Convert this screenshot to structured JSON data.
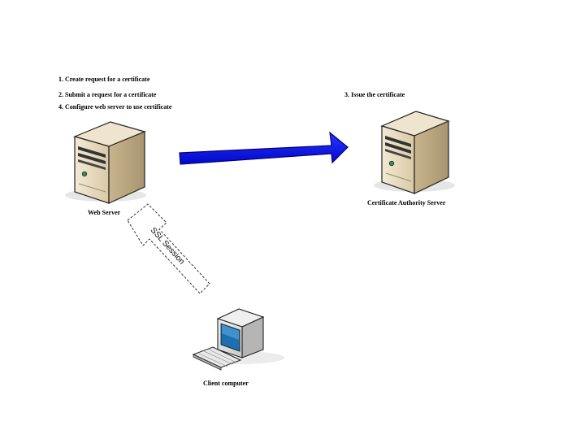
{
  "steps": {
    "step1": "1. Create request for a certificate",
    "step2": "2. Submit a request for a certificate",
    "step3": "3. Issue the  certificate",
    "step4": "4. Configure web server to use certificate"
  },
  "nodes": {
    "web_server": "Web Server",
    "ca_server": "Certificate Authority Server",
    "client": "Client computer"
  },
  "connection": {
    "ssl_label": "SSL Session"
  },
  "colors": {
    "request_arrow": "#0a10e8",
    "request_arrow_dark": "#00008a",
    "server_body": "#e8dcc4",
    "server_side": "#c9b793"
  }
}
